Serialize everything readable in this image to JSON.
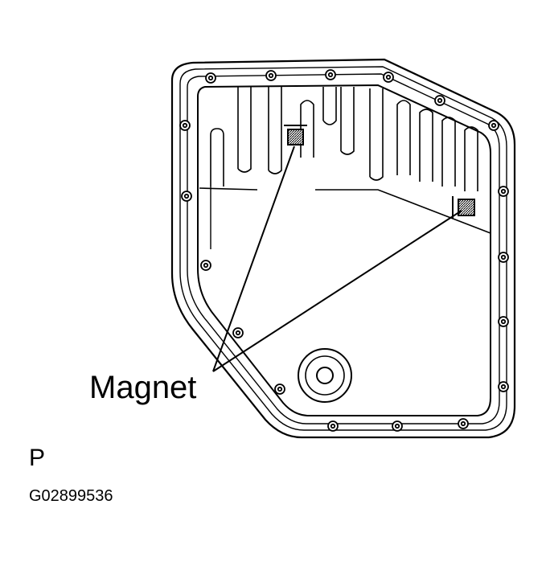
{
  "labels": {
    "magnet": "Magnet",
    "view_letter": "P",
    "figure_code": "G02899536"
  },
  "colors": {
    "ink": "#000000",
    "paper": "#ffffff",
    "magnet_fill": "#555555"
  },
  "parts": {
    "pan": "oil-pan",
    "magnets": [
      "magnet-left",
      "magnet-right"
    ],
    "drain": "drain-plug"
  }
}
